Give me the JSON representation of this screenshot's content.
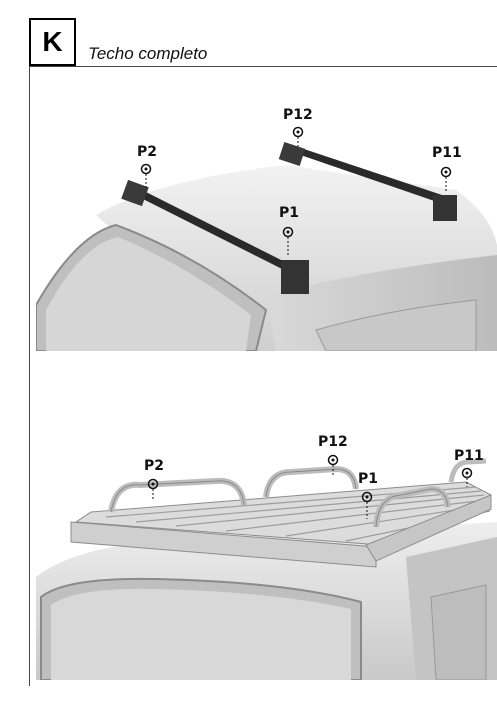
{
  "header": {
    "section_letter": "K",
    "section_title": "Techo completo"
  },
  "figure_top": {
    "description_icon": "roof-bars-illustration",
    "points": {
      "p2": "P2",
      "p12": "P12",
      "p11": "P11",
      "p1": "P1"
    }
  },
  "figure_bottom": {
    "description_icon": "roof-rack-illustration",
    "points": {
      "p2": "P2",
      "p12": "P12",
      "p1": "P1",
      "p11": "P11"
    }
  },
  "colors": {
    "van_body": "#e6e6e6",
    "van_shadow": "#bdbdbd",
    "bar": "#2a2a2a",
    "rack": "#d2d2d2"
  }
}
